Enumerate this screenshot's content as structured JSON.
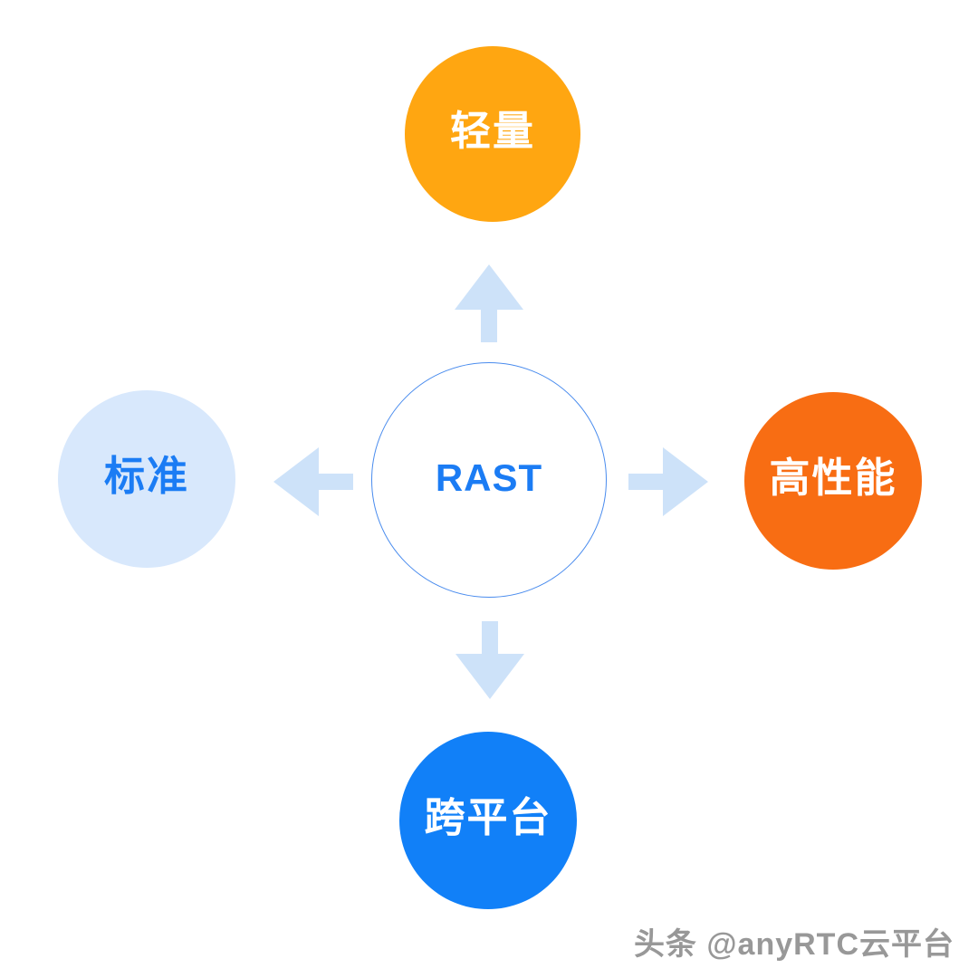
{
  "diagram": {
    "center": {
      "label": "RAST",
      "text_color": "#1B7CF4",
      "border_color": "#4A8CEE"
    },
    "nodes": {
      "top": {
        "label": "轻量",
        "bg": "#FFA611",
        "text_color": "#FFFFFF"
      },
      "left": {
        "label": "标准",
        "bg": "#D8E8FC",
        "text_color": "#1B7CF4"
      },
      "right": {
        "label": "高性能",
        "bg": "#F86D13",
        "text_color": "#FFFFFF"
      },
      "bottom": {
        "label": "跨平台",
        "bg": "#1180F8",
        "text_color": "#FFFFFF"
      }
    },
    "arrow_color": "#CDE2F9"
  },
  "watermark": {
    "text": "头条 @anyRTC云平台"
  }
}
